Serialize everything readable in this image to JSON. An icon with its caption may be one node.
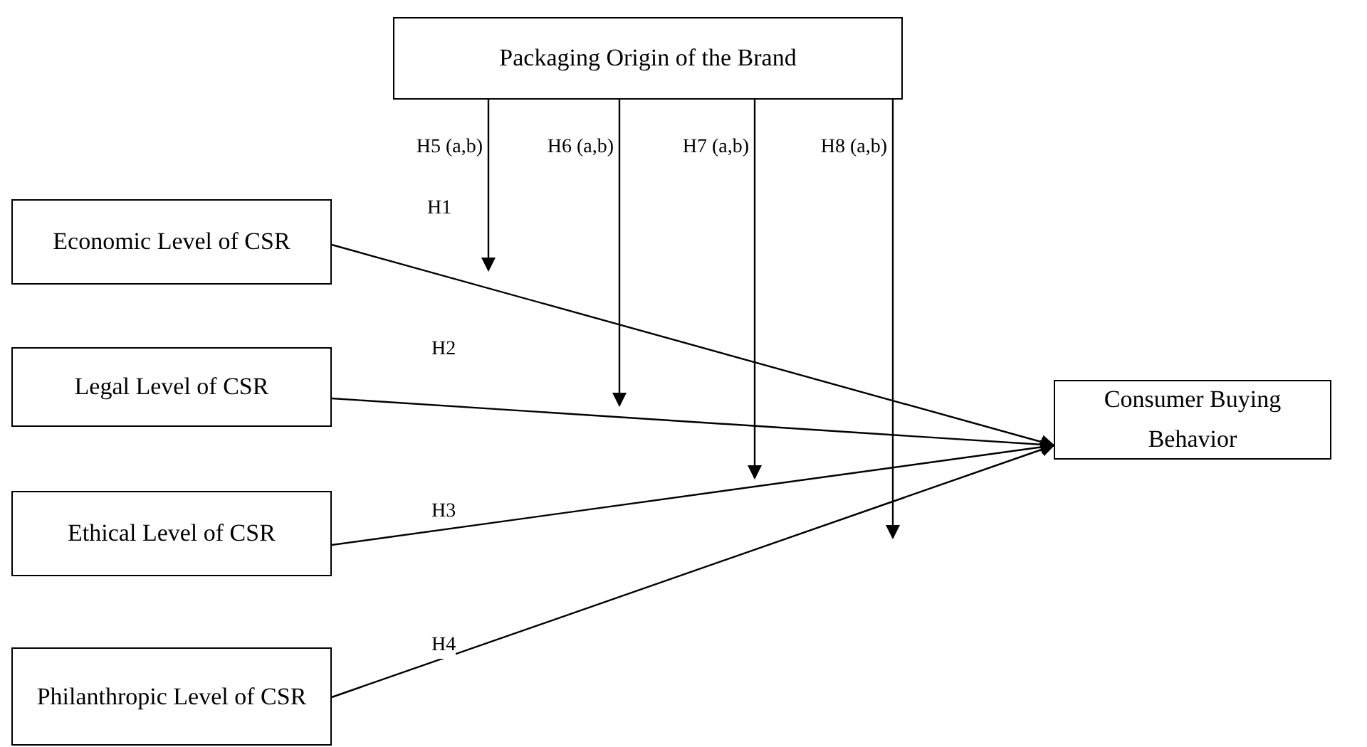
{
  "diagram": {
    "nodes": [
      {
        "text": [
          "Packaging Origin of the Brand"
        ]
      },
      {
        "text": [
          "Economic Level of CSR"
        ]
      },
      {
        "text": [
          "Legal Level of CSR"
        ]
      },
      {
        "text": [
          "Ethical Level of CSR"
        ]
      },
      {
        "text": [
          "Philanthropic Level of CSR"
        ]
      },
      {
        "text": [
          "Consumer Buying Behavior"
        ]
      }
    ],
    "edges": [
      {
        "from": 1,
        "to": 5,
        "arrow": "to",
        "label": "H1"
      },
      {
        "from": 2,
        "to": 5,
        "arrow": "to",
        "label": "H2"
      },
      {
        "from": 3,
        "to": 5,
        "arrow": "to",
        "label": "H3"
      },
      {
        "from": 4,
        "to": 5,
        "arrow": "to",
        "label": "H4"
      },
      {
        "from": 0,
        "to": null,
        "arrow": "to",
        "label": "H5 (a,b)"
      },
      {
        "from": 0,
        "to": null,
        "arrow": "to",
        "label": "H6 (a,b)"
      },
      {
        "from": 0,
        "to": null,
        "arrow": "to",
        "label": "H7 (a,b)"
      },
      {
        "from": 0,
        "to": null,
        "arrow": "to",
        "label": "H8 (a,b)"
      }
    ]
  }
}
